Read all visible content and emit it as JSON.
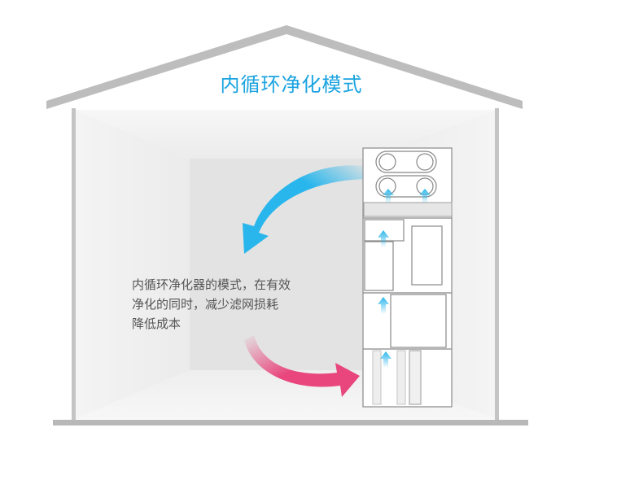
{
  "title": "内循环净化模式",
  "description": {
    "lines": [
      "内循环净化器的模式，在有效",
      "净化的同时，减少滤网损耗",
      "降低成本"
    ]
  },
  "colors": {
    "title": "#1aa3e0",
    "airflow_out": "#29b6ec",
    "airflow_in": "#e8467c",
    "structure": "#c4c4c4"
  }
}
